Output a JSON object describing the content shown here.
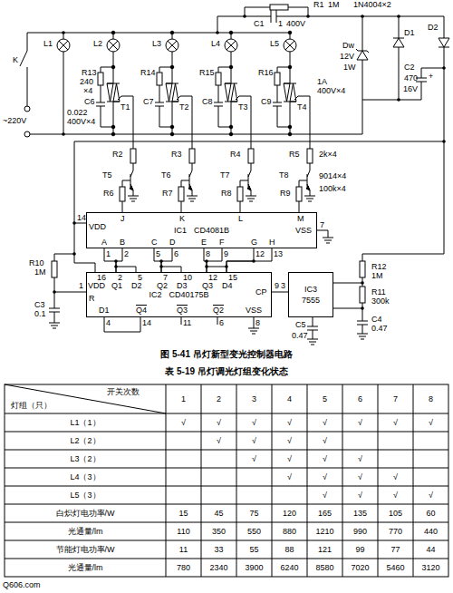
{
  "diagram": {
    "caption": "图 5-41 吊灯新型变光控制器电路",
    "nodes": [
      {
        "text": [
          "IC1",
          "CD4081B"
        ]
      },
      {
        "text": [
          "IC2",
          "CD40175B"
        ]
      },
      {
        "text": [
          "IC3",
          "7555"
        ]
      }
    ],
    "edges": [
      {
        "from": 1,
        "to": 0,
        "arrow": "none"
      },
      {
        "from": 1,
        "to": 0,
        "arrow": "none"
      },
      {
        "from": 1,
        "to": 0,
        "arrow": "none"
      },
      {
        "from": 1,
        "to": 0,
        "arrow": "none"
      },
      {
        "from": 1,
        "to": 0,
        "arrow": "none"
      },
      {
        "from": 1,
        "to": 0,
        "arrow": "none"
      },
      {
        "from": 1,
        "to": 0,
        "arrow": "none"
      },
      {
        "from": 1,
        "to": 0,
        "arrow": "none"
      },
      {
        "from": 2,
        "to": 1,
        "arrow": "none"
      }
    ],
    "labels": [
      "R1",
      "1M",
      "1N4004×2",
      "C1",
      "1",
      "400V",
      "K",
      "~220V",
      "L1",
      "L2",
      "L3",
      "L4",
      "L5",
      "R13",
      "240",
      "×4",
      "C6",
      "0.022",
      "400V×4",
      "R14",
      "C7",
      "R15",
      "C8",
      "R16",
      "C9",
      "T1",
      "T2",
      "T3",
      "T4",
      "1A",
      "400V×4",
      "Dw",
      "12V",
      "1W",
      "D1",
      "D2",
      "C2",
      "+",
      "470",
      "16V",
      "R2",
      "R3",
      "R4",
      "R5",
      "2k×4",
      "T5",
      "T6",
      "T7",
      "T8",
      "9014×4",
      "100k×4",
      "R6",
      "R7",
      "R8",
      "R9",
      "J",
      "K",
      "L",
      "M",
      "14",
      "VDD",
      "VSS",
      "7",
      "A",
      "B",
      "C",
      "D",
      "E",
      "F",
      "G",
      "H",
      "1",
      "2",
      "5",
      "6",
      "8",
      "9",
      "12",
      "13",
      "1",
      "R",
      "16",
      "VDD",
      "2",
      "Q1",
      "5",
      "D2",
      "7",
      "Q2",
      "10",
      "D3",
      "12",
      "Q3",
      "15",
      "D4",
      "CP",
      "9",
      "3",
      "D1",
      "Q4",
      "Q3",
      "Q2",
      "VSS",
      "4",
      "14",
      "11",
      "6",
      "8",
      "R10",
      "1M",
      "C3",
      "0.1",
      "R12",
      "1M",
      "R11",
      "300k",
      "C4",
      "0.47",
      "C5",
      "0.47",
      "表 5-19 吊灯调光灯组变化状态",
      "开关次数",
      "1",
      "2",
      "3",
      "4",
      "5",
      "6",
      "7",
      "8",
      "灯组（只）",
      "L1（1）",
      "√",
      "√",
      "√",
      "√",
      "√",
      "√",
      "√",
      "√",
      "L2（2）",
      "√",
      "√",
      "√",
      "√",
      "L3（2）",
      "√",
      "√",
      "√",
      "√",
      "L4（3）",
      "√",
      "√",
      "√",
      "√",
      "L5（3）",
      "√",
      "√",
      "√",
      "√",
      "白炽灯电功率/W",
      "15",
      "45",
      "75",
      "120",
      "165",
      "135",
      "105",
      "60",
      "光通量/lm",
      "110",
      "350",
      "550",
      "880",
      "1210",
      "990",
      "770",
      "440",
      "节能灯电功率/W",
      "11",
      "33",
      "55",
      "88",
      "121",
      "99",
      "77",
      "44",
      "光通量/lm",
      "780",
      "2340",
      "3900",
      "6240",
      "8580",
      "7020",
      "5460",
      "3120",
      "Q606.com"
    ]
  }
}
